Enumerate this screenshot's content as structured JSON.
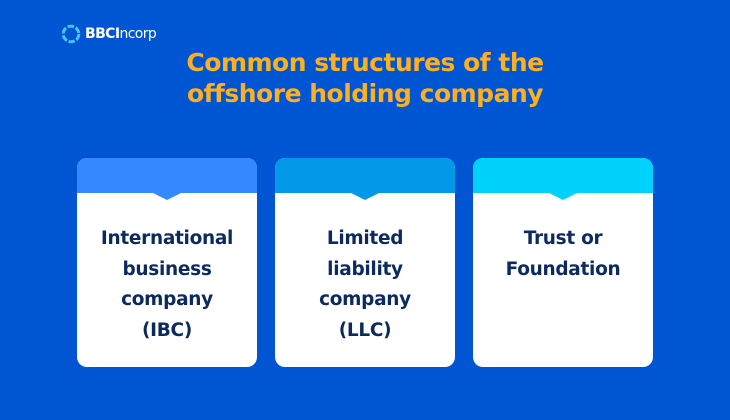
{
  "brand": {
    "name_bold": "BBCI",
    "name_rest": "ncorp",
    "logo_icon": "swirl-ring-icon"
  },
  "title": {
    "line1": "Common structures of the",
    "line2": "offshore holding company",
    "color": "#ffb020"
  },
  "background_color": "#0056d2",
  "cards": [
    {
      "lines": [
        "International",
        "business",
        "company",
        "(IBC)"
      ],
      "header_color": "#3588ff"
    },
    {
      "lines": [
        "Limited",
        "liability",
        "company",
        "(LLC)"
      ],
      "header_color": "#0399e8"
    },
    {
      "lines": [
        "Trust or",
        "Foundation"
      ],
      "header_color": "#00d1fd"
    }
  ]
}
